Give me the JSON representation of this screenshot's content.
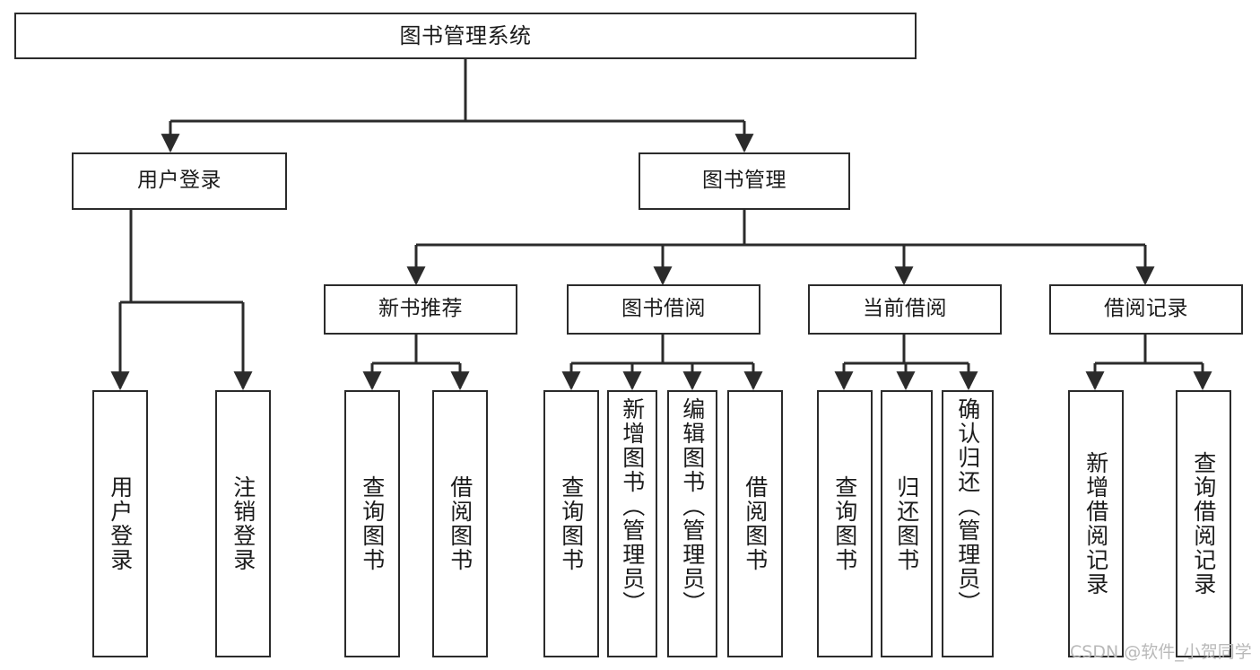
{
  "diagram": {
    "title": "图书管理系统",
    "type": "tree-hierarchy-chart",
    "root": {
      "id": "root",
      "label": "图书管理系统"
    },
    "level2": [
      {
        "id": "user-login",
        "label": "用户登录"
      },
      {
        "id": "book-management",
        "label": "图书管理"
      }
    ],
    "level3": [
      {
        "id": "new-book-recommend",
        "label": "新书推荐"
      },
      {
        "id": "book-borrow",
        "label": "图书借阅"
      },
      {
        "id": "current-borrow",
        "label": "当前借阅"
      },
      {
        "id": "borrow-record",
        "label": "借阅记录"
      }
    ],
    "leaves": {
      "user_login": [
        {
          "id": "leaf-user-login",
          "label": "用户登录"
        },
        {
          "id": "leaf-logout-login",
          "label": "注销登录"
        }
      ],
      "new_book_recommend": [
        {
          "id": "leaf-query-book-1",
          "label": "查询图书"
        },
        {
          "id": "leaf-borrow-book-1",
          "label": "借阅图书"
        }
      ],
      "book_borrow": [
        {
          "id": "leaf-query-book-2",
          "label": "查询图书"
        },
        {
          "id": "leaf-add-book",
          "label": "新增图书（管理员）"
        },
        {
          "id": "leaf-edit-book",
          "label": "编辑图书（管理员）"
        },
        {
          "id": "leaf-borrow-book-2",
          "label": "借阅图书"
        }
      ],
      "current_borrow": [
        {
          "id": "leaf-query-book-3",
          "label": "查询图书"
        },
        {
          "id": "leaf-return-book",
          "label": "归还图书"
        },
        {
          "id": "leaf-confirm-return",
          "label": "确认归还（管理员）"
        }
      ],
      "borrow_record": [
        {
          "id": "leaf-add-record",
          "label": "新增借阅记录"
        },
        {
          "id": "leaf-query-record",
          "label": "查询借阅记录"
        }
      ]
    }
  },
  "watermark": {
    "text": "CSDN @软件_小贺同学"
  },
  "colors": {
    "stroke": "#2b2b2b",
    "background": "#ffffff",
    "text": "#1b1b1b",
    "watermark": "#b9b9b9"
  }
}
